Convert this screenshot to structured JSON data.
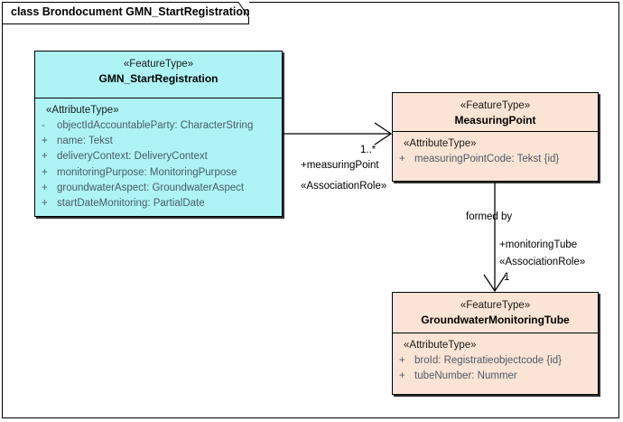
{
  "diagram": {
    "title": "class Brondocument GMN_StartRegistration",
    "frame_border_color": "#000000",
    "background": "#ffffff"
  },
  "classes": [
    {
      "id": "gmn-startregistration",
      "stereotype": "«FeatureType»",
      "name": "GMN_StartRegistration",
      "fill": "#AEF4F6",
      "attributes_stereotype": "«AttributeType»",
      "attributes": [
        {
          "visibility": "-",
          "text": "objectIdAccountableParty: CharacterString"
        },
        {
          "visibility": "+",
          "text": "name: Tekst"
        },
        {
          "visibility": "+",
          "text": "deliveryContext: DeliveryContext"
        },
        {
          "visibility": "+",
          "text": "monitoringPurpose: MonitoringPurpose"
        },
        {
          "visibility": "+",
          "text": "groundwaterAspect: GroundwaterAspect"
        },
        {
          "visibility": "+",
          "text": "startDateMonitoring: PartialDate"
        }
      ]
    },
    {
      "id": "measuringpoint",
      "stereotype": "«FeatureType»",
      "name": "MeasuringPoint",
      "fill": "#FBE4D5",
      "attributes_stereotype": "«AttributeType»",
      "attributes": [
        {
          "visibility": "+",
          "text": "measuringPointCode: Tekst {id}"
        }
      ]
    },
    {
      "id": "groundwatermonitoringtube",
      "stereotype": "«FeatureType»",
      "name": "GroundwaterMonitoringTube",
      "fill": "#FBE4D5",
      "attributes_stereotype": "«AttributeType»",
      "attributes": [
        {
          "visibility": "+",
          "text": "broId: Registratieobjectcode {id}"
        },
        {
          "visibility": "+",
          "text": "tubeNumber: Nummer"
        }
      ]
    }
  ],
  "associations": [
    {
      "id": "gmn-to-measuringpoint",
      "from": "gmn-startregistration",
      "to": "measuringpoint",
      "multiplicity": "1..*",
      "role": "+measuringPoint",
      "role_stereotype": "«AssociationRole»",
      "name": ""
    },
    {
      "id": "measuringpoint-to-tube",
      "from": "measuringpoint",
      "to": "groundwatermonitoringtube",
      "multiplicity": "1",
      "role": "+monitoringTube",
      "role_stereotype": "«AssociationRole»",
      "name": "formed by"
    }
  ]
}
